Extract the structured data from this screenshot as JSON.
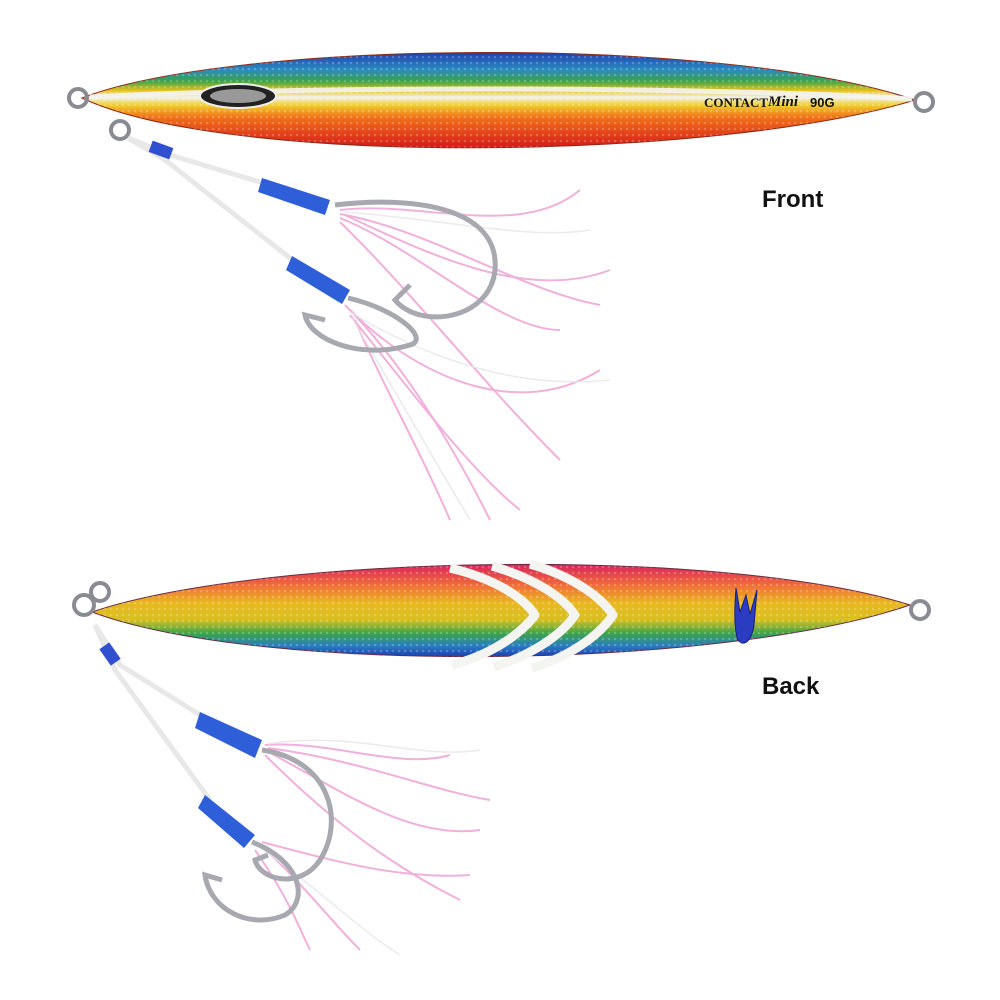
{
  "labels": {
    "front": "Front",
    "back": "Back"
  },
  "lure_text": {
    "brand": "CONTACT",
    "model": "Mini",
    "weight": "90G"
  },
  "colors": {
    "front_top": "#1f3fb0",
    "front_mid_green": "#3aa34a",
    "front_mid_yellow": "#e8c21a",
    "front_bottom": "#e0281c",
    "back_top": "#e0306a",
    "back_mid_gold": "#e0b020",
    "back_mid_green": "#3aa34a",
    "back_bottom": "#1a3fb5",
    "assist_cord": "#3050d0",
    "flash_pink": "#f0a8d8",
    "hook_silver": "#a8a8b0"
  }
}
